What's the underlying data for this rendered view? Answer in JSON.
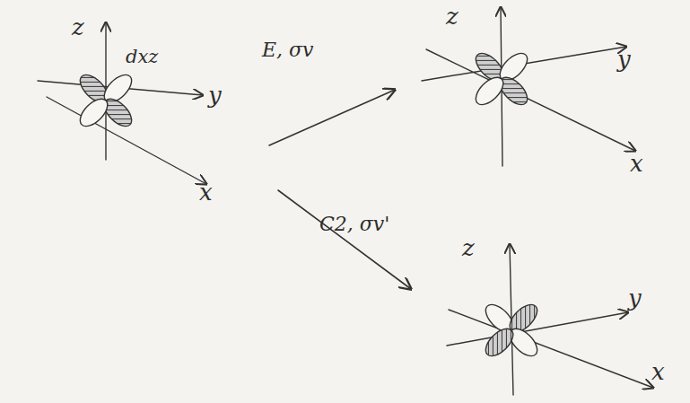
{
  "diagram": {
    "labels": [
      "z",
      "dxz",
      "y",
      "x",
      "E, σv",
      "z",
      "y",
      "x",
      "C2, σv'",
      "z",
      "y",
      "x"
    ]
  }
}
